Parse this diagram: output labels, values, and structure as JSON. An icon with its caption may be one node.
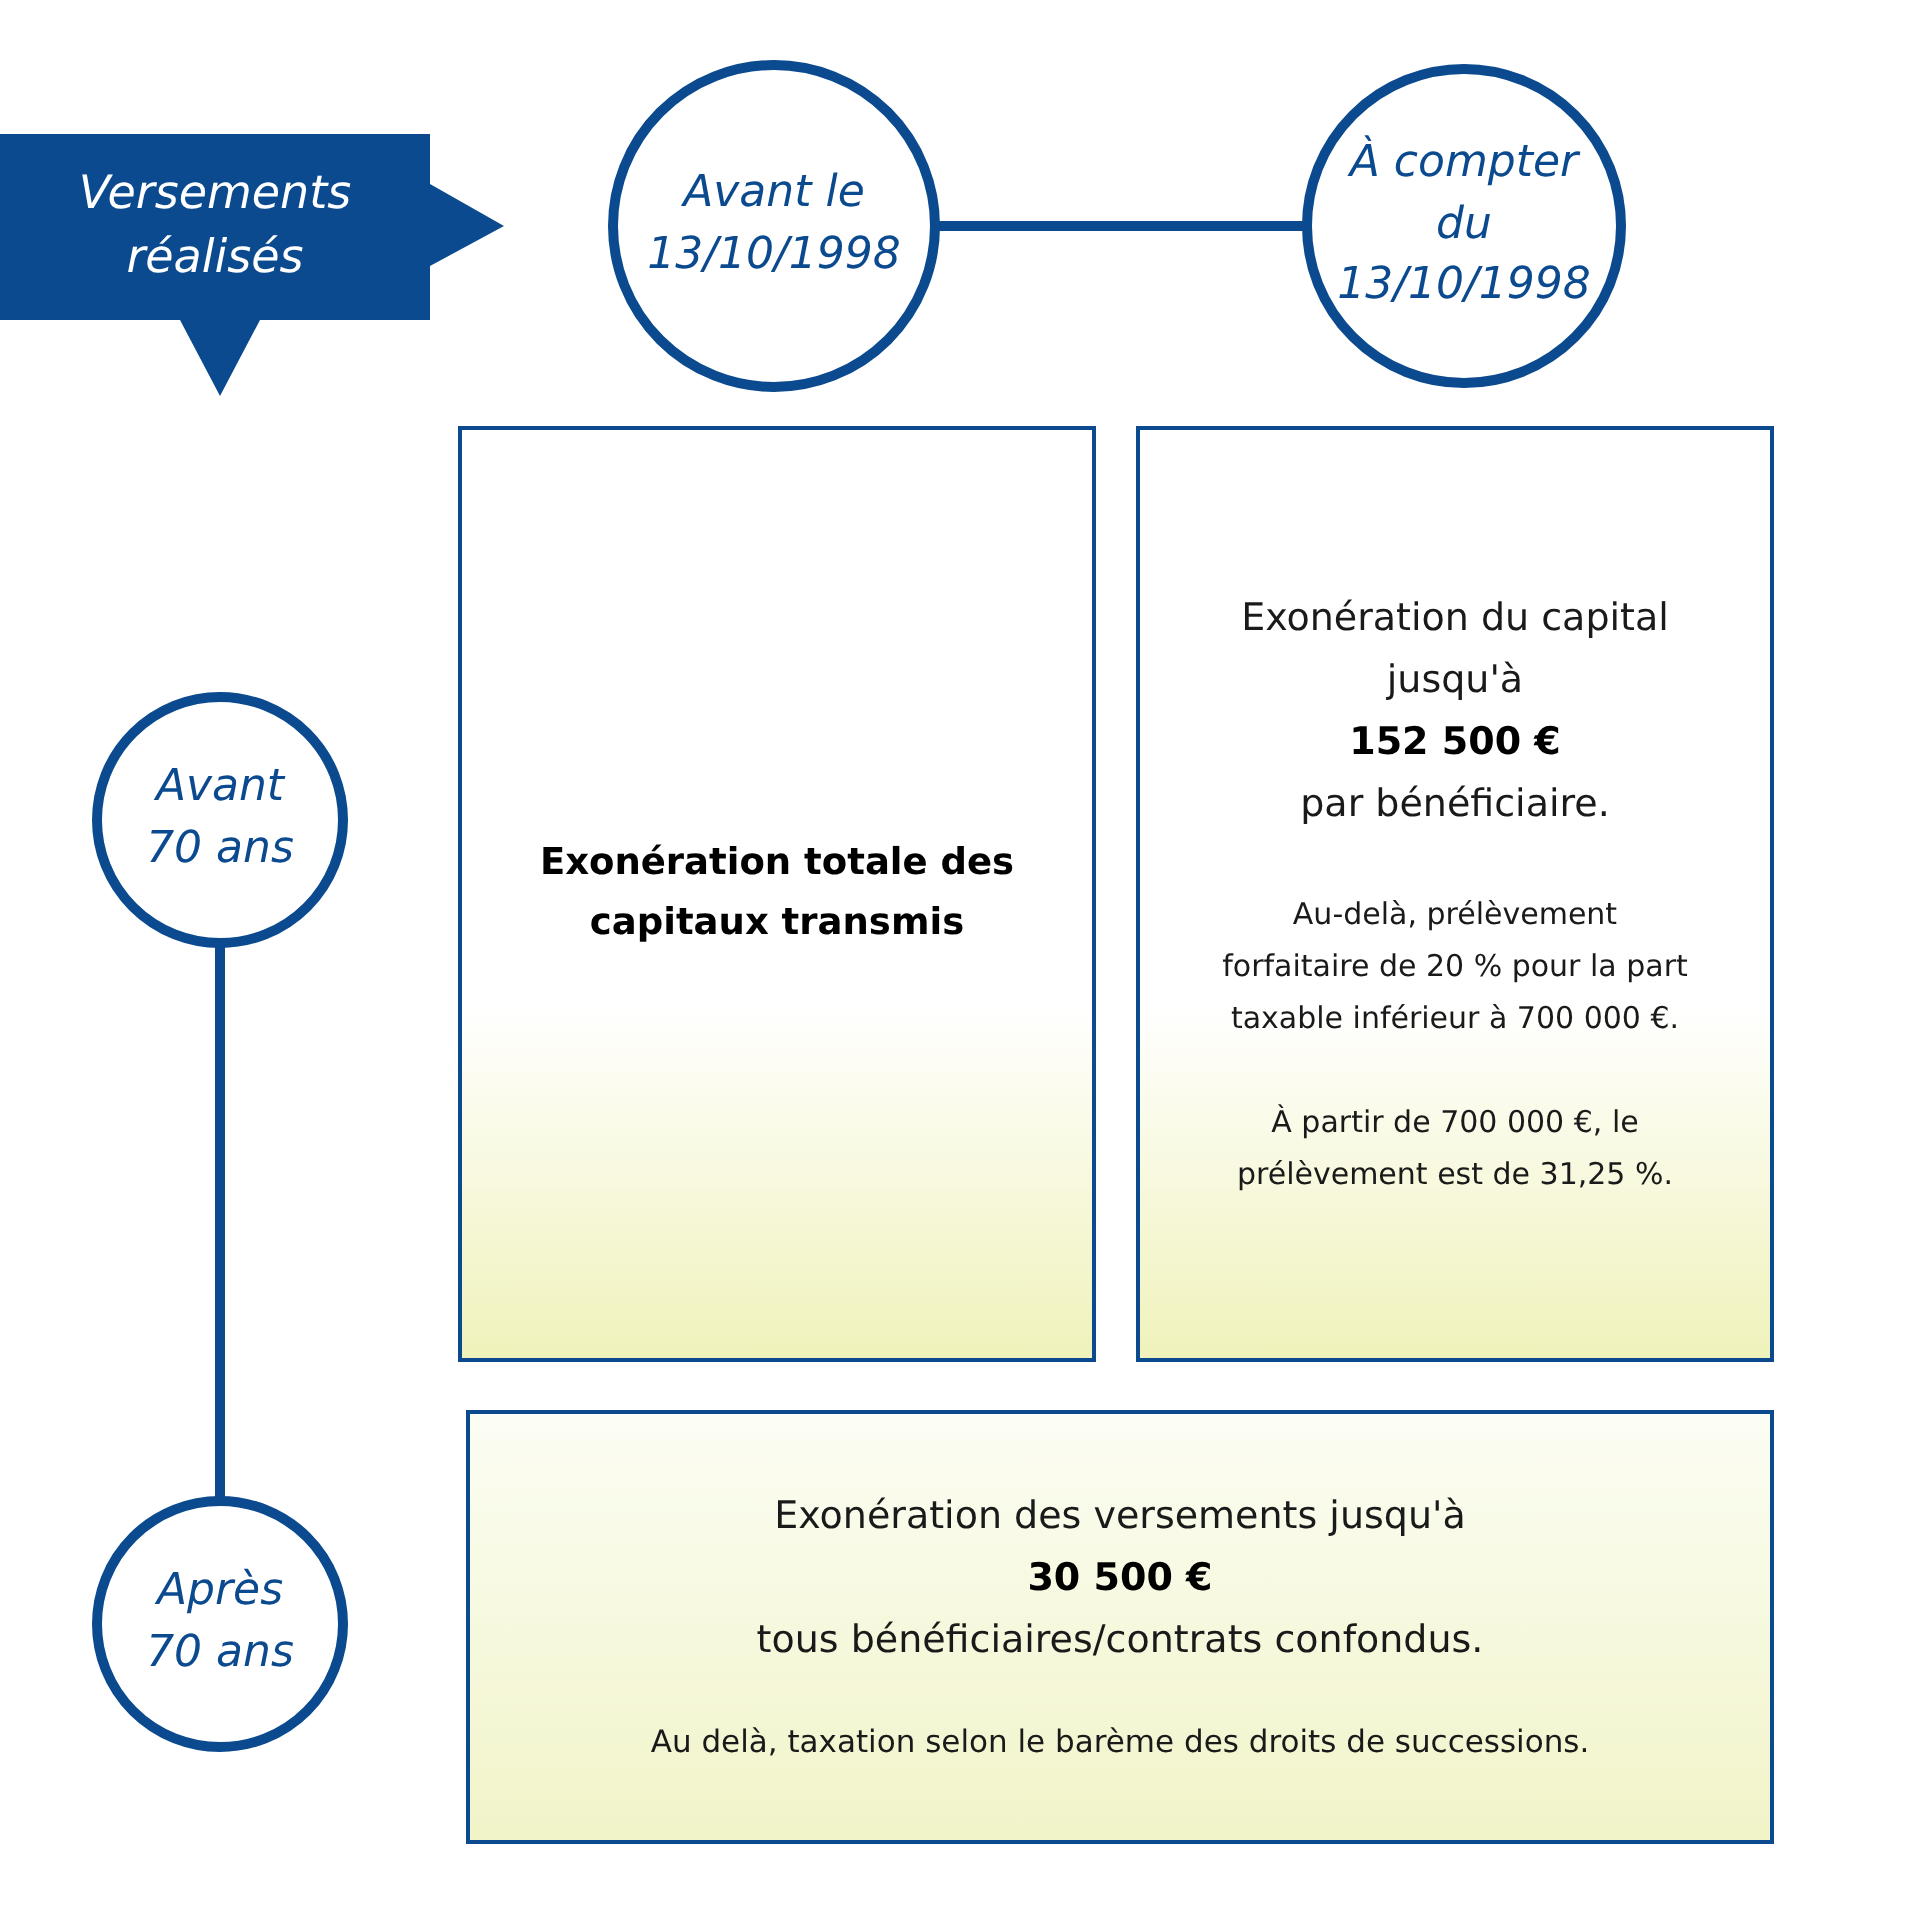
{
  "diagram": {
    "nodes": [
      {
        "text": [
          "Versements réalisés"
        ]
      },
      {
        "text": [
          "Avant le 13/10/1998"
        ]
      },
      {
        "text": [
          "À compter du 13/10/1998"
        ]
      },
      {
        "text": [
          "Avant 70 ans"
        ]
      },
      {
        "text": [
          "Après 70 ans"
        ]
      },
      {
        "text": [
          "Exonération totale des capitaux transmis"
        ]
      },
      {
        "text": [
          "Exonération du capital jusqu'à **152 500 €** par bénéficiaire.",
          "Au-delà, prélèvement forfaitaire de 20 % pour la part taxable inférieur à 700 000 €.",
          "À partir de 700 000 €, le prélèvement est de 31,25 %."
        ]
      },
      {
        "text": [
          "Exonération des versements jusqu'à **30 500 €** tous bénéficiaires/contrats confondus.",
          "Au delà, taxation selon le barème des droits de successions."
        ]
      }
    ],
    "edges": [
      {
        "from": 1,
        "to": 2,
        "arrow": "none"
      },
      {
        "from": 3,
        "to": 4,
        "arrow": "none"
      }
    ]
  }
}
